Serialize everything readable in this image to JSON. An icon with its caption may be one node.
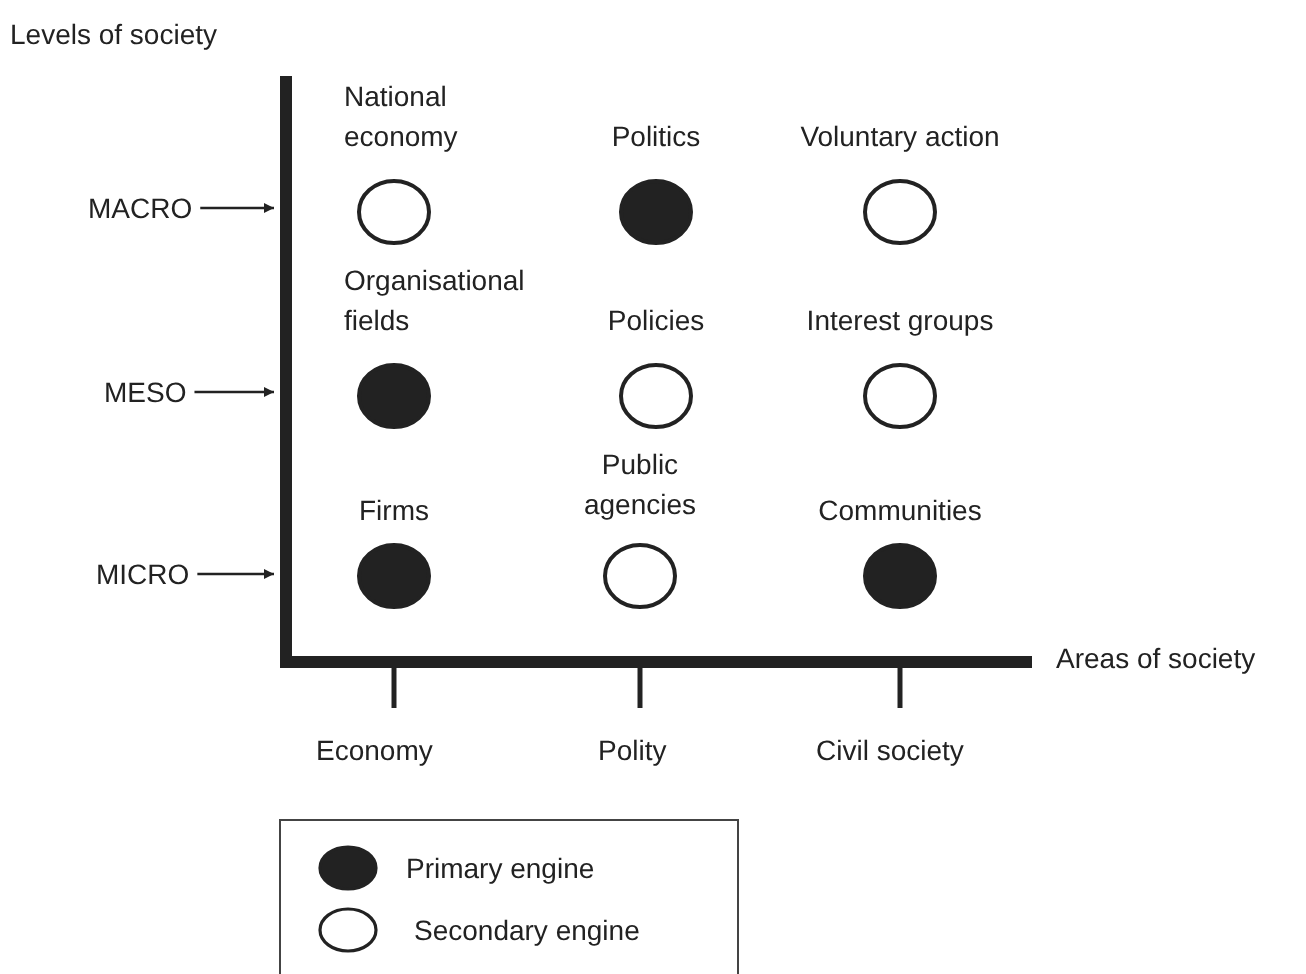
{
  "diagram": {
    "nodes": [
      {
        "text": [
          "MACRO"
        ]
      },
      {
        "text": [
          "MESO"
        ]
      },
      {
        "text": [
          "MICRO"
        ]
      },
      {
        "text": [
          "National economy"
        ]
      },
      {
        "text": [
          "Politics"
        ]
      },
      {
        "text": [
          "Voluntary action"
        ]
      },
      {
        "text": [
          "Organisational fields"
        ]
      },
      {
        "text": [
          "Policies"
        ]
      },
      {
        "text": [
          "Interest groups"
        ]
      },
      {
        "text": [
          "Firms"
        ]
      },
      {
        "text": [
          "Public agencies"
        ]
      },
      {
        "text": [
          "Communities"
        ]
      }
    ],
    "edges": [
      {
        "from": 0,
        "to": null,
        "arrow": "to"
      },
      {
        "from": 1,
        "to": null,
        "arrow": "to"
      },
      {
        "from": 2,
        "to": null,
        "arrow": "to"
      }
    ],
    "labels": [
      "Levels of society",
      "Areas of society",
      "Economy",
      "Polity",
      "Civil society"
    ],
    "legend": [
      {
        "text": "Primary engine"
      },
      {
        "text": "Secondary engine"
      }
    ]
  }
}
